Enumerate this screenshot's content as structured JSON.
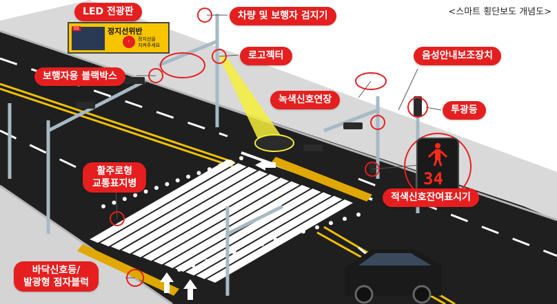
{
  "caption": "<스마트 횡단보도 개념도>",
  "labels": {
    "led_board": "LED 전광판",
    "vehicle_pedestrian_detector": "차량 및 보행자 검지기",
    "logo_projector": "로고젝터",
    "voice_guidance": "음성안내보조장치",
    "pedestrian_blackbox": "보행자용 블랙박스",
    "green_extension": "녹색신호연장",
    "floodlight": "투광등",
    "runway_marker_line1": "활주로형",
    "runway_marker_line2": "교통표지병",
    "red_countdown": "적색신호잔여표시기",
    "floor_signal_line1": "바닥신호등/",
    "floor_signal_line2": "발광형 점자블럭"
  },
  "led_panel": {
    "message": "정지선위반",
    "sub_message_line1": "정지선을",
    "sub_message_line2": "지켜주세요"
  },
  "countdown_value": "34",
  "colors": {
    "label_red": "#e51f1f",
    "road": "#1f1f1f",
    "lane_yellow": "#f2c200",
    "projector_beam": "#f4ee3a"
  }
}
